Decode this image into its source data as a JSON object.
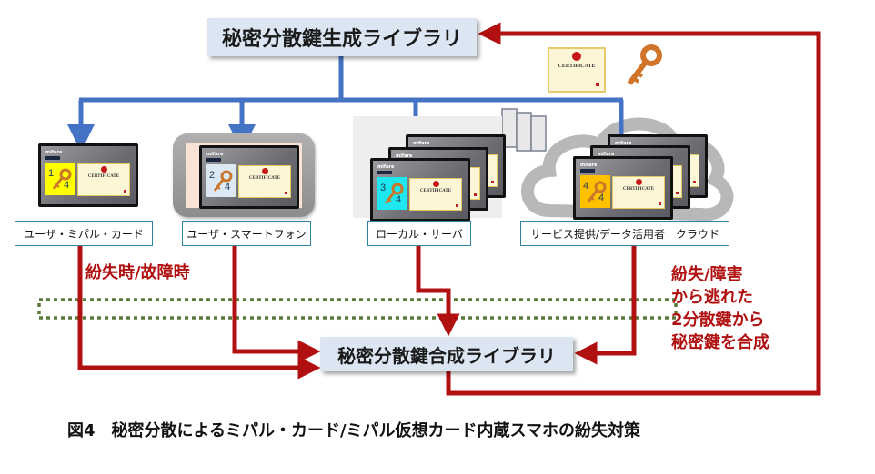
{
  "diagram": {
    "generator_library": "秘密分散鍵生成ライブラリ",
    "combiner_library": "秘密分散鍵合成ライブラリ",
    "nodes": [
      {
        "id": "card",
        "label": "ユーザ・ミパル・カード",
        "share": "1",
        "total": "4",
        "share_color": "#ffff00"
      },
      {
        "id": "phone",
        "label": "ユーザ・スマートフォン",
        "share": "2",
        "total": "4",
        "share_color": "#dce9f5"
      },
      {
        "id": "server",
        "label": "ローカル・サーバ",
        "share": "3",
        "total": "4",
        "share_color": "#1ee7f0"
      },
      {
        "id": "cloud",
        "label": "サービス提供/データ活用者　クラウド",
        "share": "4",
        "total": "4",
        "share_color": "#ffc000"
      }
    ],
    "card_brand": "mifare",
    "certificate_text": "CERTIFICATE",
    "notes": {
      "loss": "紛失時/故障時",
      "escape_lines": [
        "紛失/障害",
        "から逃れた",
        "2分散鍵から",
        "秘密鍵を合成"
      ]
    },
    "colors": {
      "distribution_arrow": "#4472c4",
      "recovery_arrow": "#b01010",
      "boundary_dotted": "#5a7a3a",
      "library_box": "#dce6f2"
    }
  },
  "caption": "図4　秘密分散によるミパル・カード/ミパル仮想カード内蔵スマホの紛失対策"
}
